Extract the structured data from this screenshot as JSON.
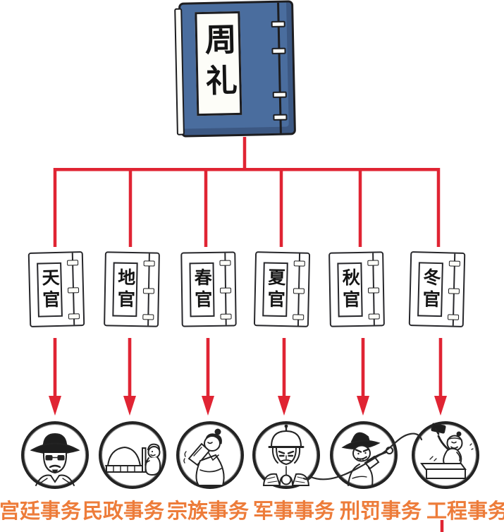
{
  "root_book": {
    "label": "周礼"
  },
  "volumes": [
    {
      "label": "天官",
      "duty": "宫廷事务",
      "illustration": "court-steward-icon"
    },
    {
      "label": "地官",
      "duty": "民政事务",
      "illustration": "granary-officer-icon"
    },
    {
      "label": "春官",
      "duty": "宗族事务",
      "illustration": "ritual-officer-icon"
    },
    {
      "label": "夏官",
      "duty": "军事事务",
      "illustration": "armored-soldier-icon"
    },
    {
      "label": "秋官",
      "duty": "刑罚事务",
      "illustration": "whip-magistrate-icon"
    },
    {
      "label": "冬官",
      "duty": "工程事务",
      "illustration": "craftsman-hammer-icon"
    }
  ],
  "colors": {
    "connector_red": "#e02433",
    "duty_orange": "#ed7c3a",
    "book_cover_blue": "#4a6d9e",
    "ink": "#27272b"
  }
}
